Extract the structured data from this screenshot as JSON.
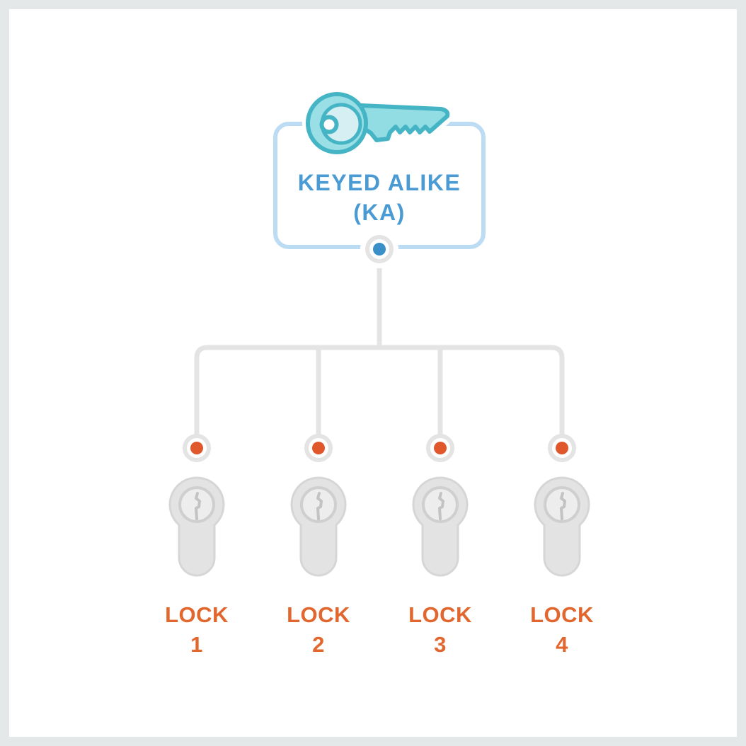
{
  "figure": {
    "root": {
      "icon": "key-icon",
      "title_line1": "KEYED ALIKE",
      "title_line2": "(KA)"
    },
    "locks": [
      {
        "label": "LOCK",
        "number": "1"
      },
      {
        "label": "LOCK",
        "number": "2"
      },
      {
        "label": "LOCK",
        "number": "3"
      },
      {
        "label": "LOCK",
        "number": "4"
      }
    ],
    "colors": {
      "frame_gray": "#e4e8e9",
      "canvas_white": "#ffffff",
      "box_border_blue": "#bcdcf3",
      "title_blue": "#4a9bd3",
      "root_dot_blue": "#3a8fc9",
      "connector_gray": "#e4e4e4",
      "branch_dot_orange": "#e0572b",
      "lock_label_orange": "#e2672e",
      "lock_body_gray": "#e3e3e3",
      "lock_outline_gray": "#d6d6d6",
      "key_stroke_teal": "#45b5c6",
      "key_fill_teal": "#92dde3",
      "key_fill_pale": "#d5eff3"
    }
  }
}
